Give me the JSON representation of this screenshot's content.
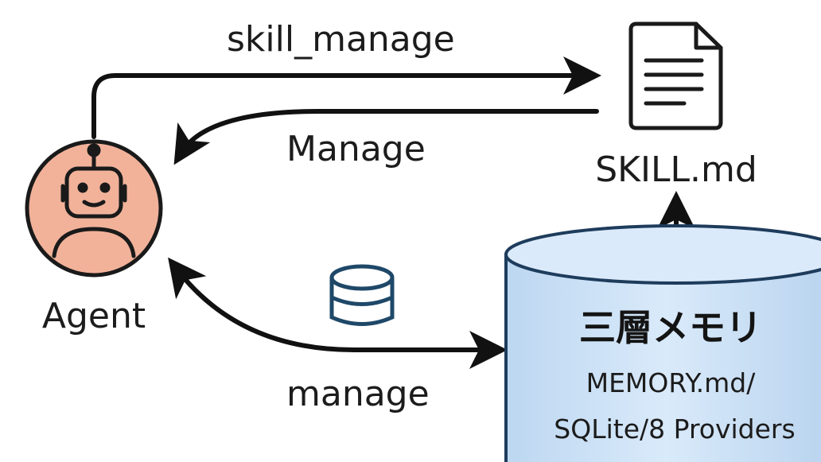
{
  "edges": {
    "top": "skill_manage",
    "middle": "Manage",
    "bottom": "manage"
  },
  "nodes": {
    "agent": {
      "label": "Agent",
      "icon": "robot-icon",
      "fill": "#f2b29a",
      "stroke": "#1a1a1a"
    },
    "skill": {
      "label": "SKILL.md",
      "icon": "document-icon"
    },
    "memory": {
      "title": "三層メモリ",
      "line1": "MEMORY.md/",
      "line2": "SQLite/8 Providers",
      "fill": "#cfe3f7",
      "stroke": "#1e3c5c"
    }
  },
  "small_icon": "database-icon",
  "colors": {
    "ink": "#111111",
    "icon_stroke": "#1f4868"
  }
}
